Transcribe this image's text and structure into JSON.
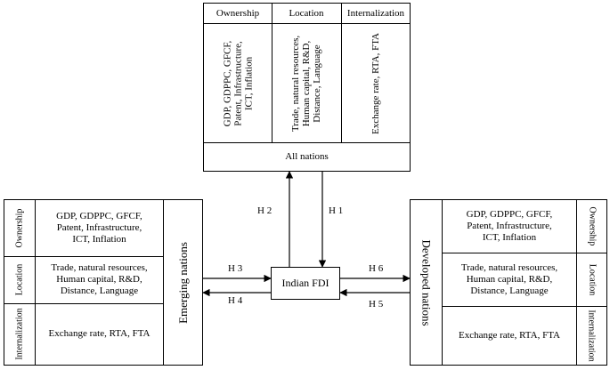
{
  "top": {
    "headers": [
      "Ownership",
      "Location",
      "Internalization"
    ],
    "cells": [
      [
        "GDP, GDPPC, GFCF,",
        "Patent, Infrastructure,",
        "ICT, Inflation"
      ],
      [
        "Trade, natural resources,",
        "Human capital, R&D,",
        "Distance, Language"
      ],
      [
        "Exchange rate, RTA, FTA"
      ]
    ],
    "footer": "All nations"
  },
  "left": {
    "row_labels": [
      "Ownership",
      "Location",
      "Internalization"
    ],
    "rows": [
      [
        "GDP, GDPPC, GFCF,",
        "Patent, Infrastructure,",
        "ICT, Inflation"
      ],
      [
        "Trade, natural resources,",
        "Human capital, R&D,",
        "Distance, Language"
      ],
      [
        "Exchange rate, RTA, FTA"
      ]
    ],
    "side_label": "Emerging nations"
  },
  "right": {
    "row_labels": [
      "Ownership",
      "Location",
      "Internalization"
    ],
    "rows": [
      [
        "GDP, GDPPC, GFCF,",
        "Patent, Infrastructure,",
        "ICT, Inflation"
      ],
      [
        "Trade, natural resources,",
        "Human capital, R&D,",
        "Distance, Language"
      ],
      [
        "Exchange rate, RTA, FTA"
      ]
    ],
    "side_label": "Developed nations"
  },
  "center": {
    "label": "Indian FDI"
  },
  "hypotheses": {
    "h1": "H 1",
    "h2": "H 2",
    "h3": "H 3",
    "h4": "H 4",
    "h5": "H 5",
    "h6": "H 6"
  }
}
